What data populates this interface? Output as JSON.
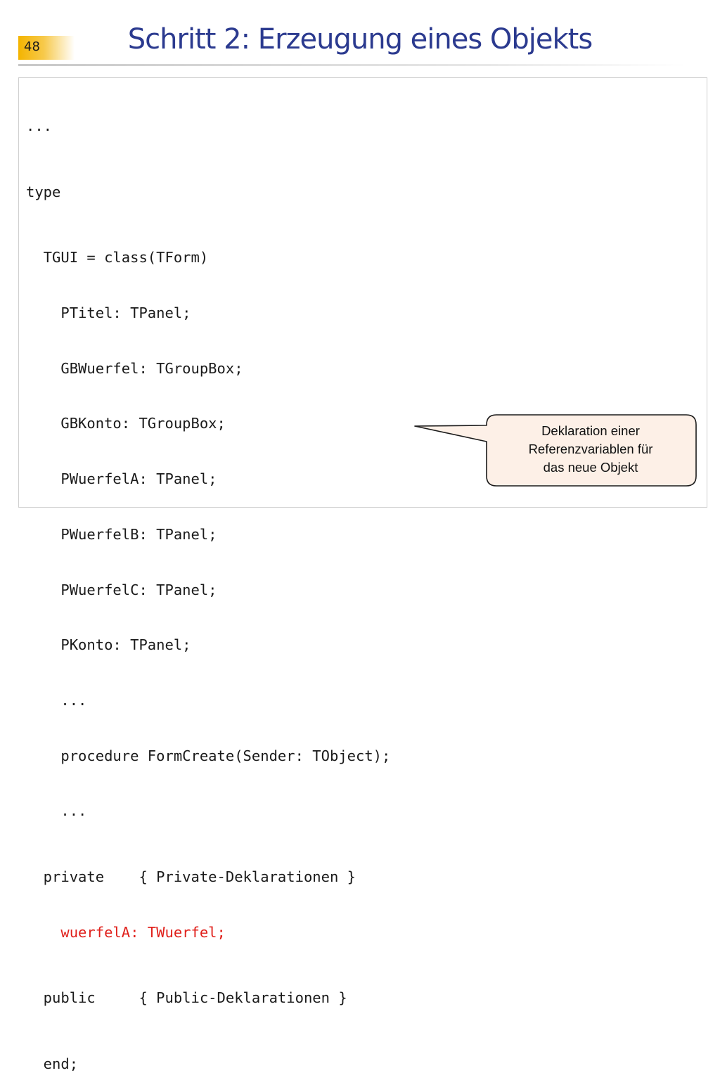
{
  "slide": {
    "number": "48",
    "title": "Schritt 2: Erzeugung eines Objekts"
  },
  "code": {
    "lines": [
      "...",
      "type",
      "  TGUI = class(TForm)",
      "    PTitel: TPanel;",
      "    GBWuerfel: TGroupBox;",
      "    GBKonto: TGroupBox;",
      "    PWuerfelA: TPanel;",
      "    PWuerfelB: TPanel;",
      "    PWuerfelC: TPanel;",
      "    PKonto: TPanel;",
      "    ...",
      "    procedure FormCreate(Sender: TObject);",
      "    ...",
      "  private    { Private-Deklarationen }",
      "    wuerfelA: TWuerfel;",
      "  public     { Public-Deklarationen }",
      "  end;"
    ]
  },
  "callout": {
    "lines": [
      "Deklaration einer",
      "Referenzvariablen für",
      "das neue Objekt"
    ]
  },
  "colors": {
    "title": "#2b3a8f",
    "highlight": "#e0201b",
    "callout_bg": "#fdf0e7",
    "callout_border": "#1a1a1a",
    "slide_number_bg": "#f4b400"
  }
}
